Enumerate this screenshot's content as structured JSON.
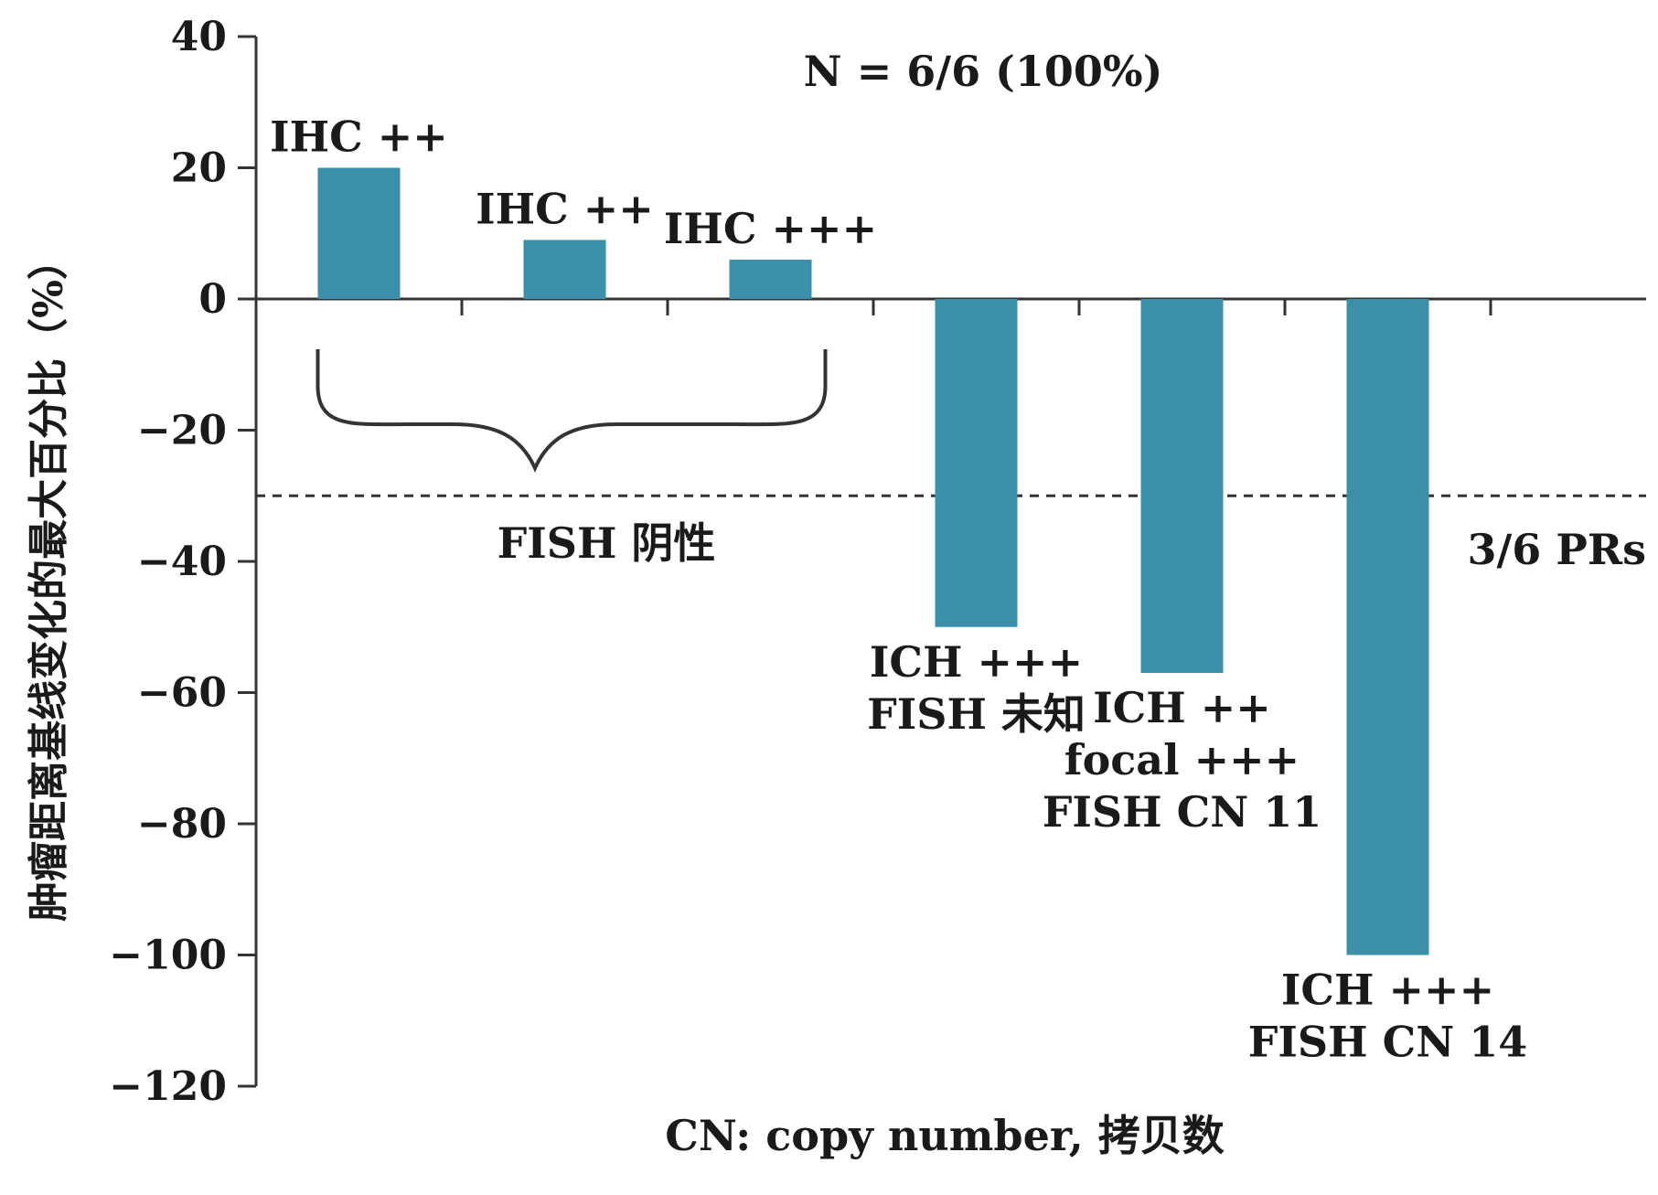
{
  "chart_data": {
    "type": "bar",
    "title": "",
    "xlabel": "",
    "ylabel": "肿瘤距离基线变化的最大百分比（%）",
    "ylim": [
      -120,
      40
    ],
    "yticks": [
      40,
      20,
      0,
      -20,
      -40,
      -60,
      -80,
      -100,
      -120
    ],
    "grid": false,
    "bar_color": "#3b8fa8",
    "values": [
      20,
      9,
      6,
      -50,
      -57,
      -100
    ],
    "bar_labels": [
      [
        "IHC ++"
      ],
      [
        "IHC ++"
      ],
      [
        "IHC +++"
      ],
      [
        "ICH +++",
        "FISH 未知"
      ],
      [
        "ICH ++",
        "focal +++",
        "FISH CN 11"
      ],
      [
        "ICH +++",
        "FISH CN 14"
      ]
    ],
    "reference_line": {
      "y": -30,
      "label": "3/6 PRs",
      "style": "dashed"
    },
    "group_brace": {
      "bars": [
        0,
        1,
        2
      ],
      "label": "FISH 阴性"
    },
    "annotation_top": "N = 6/6 (100%)",
    "footnote": "CN: copy number, 拷贝数"
  }
}
